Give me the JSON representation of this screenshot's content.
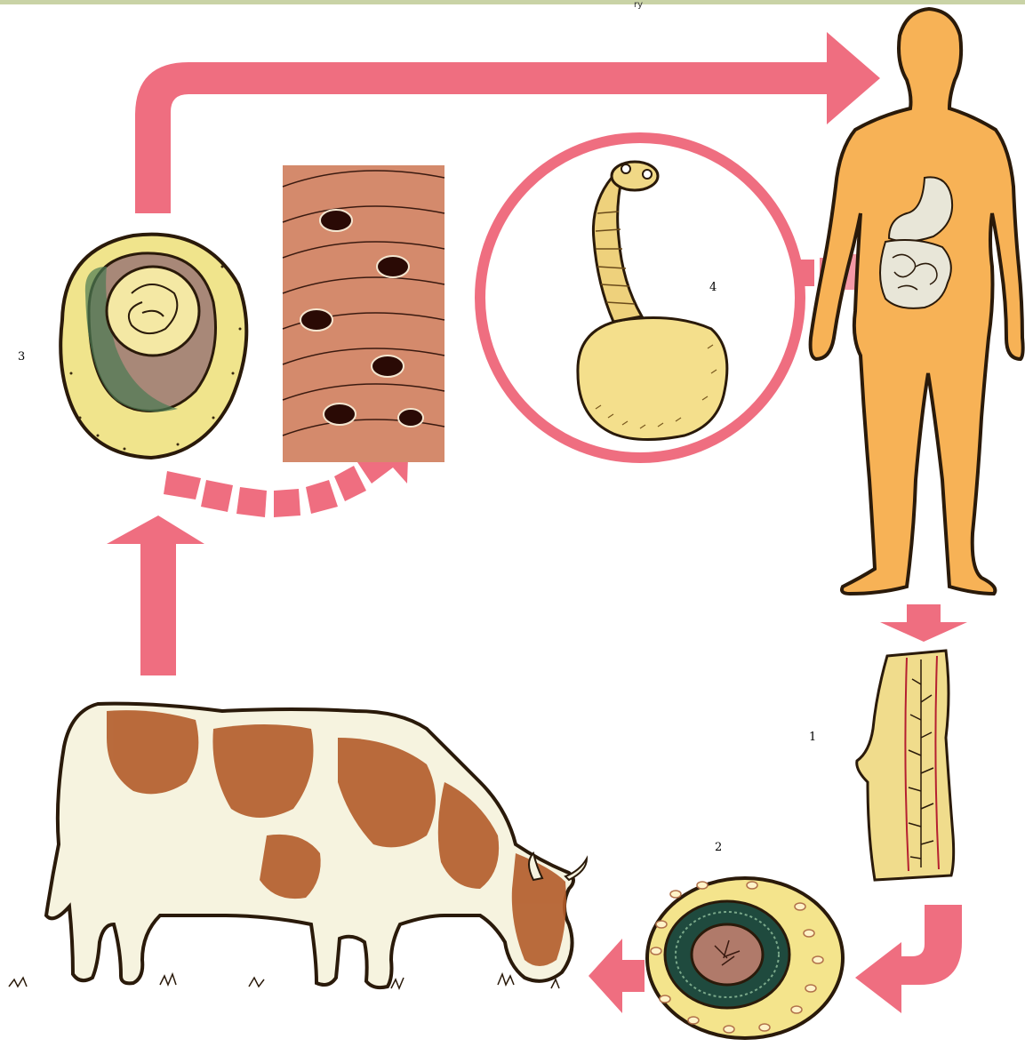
{
  "diagram": {
    "top_mark": "ry",
    "stage_labels": [
      {
        "id": "1",
        "text": "1"
      },
      {
        "id": "2",
        "text": "2"
      },
      {
        "id": "3",
        "text": "3"
      },
      {
        "id": "4",
        "text": "4"
      }
    ],
    "colors": {
      "arrow": "#ef6e80",
      "skin": "#f7b256",
      "skin_outline": "#2a1a0a",
      "egg_yellow": "#f2e58a",
      "muscle": "#c67a5e",
      "cow_brown": "#b35c2a",
      "cow_white": "#f6f3df",
      "segment": "#f0dc8c"
    },
    "icons": [
      "human-body-icon",
      "tapeworm-segment-icon",
      "tapeworm-egg-icon",
      "cow-icon",
      "cysticercus-icon",
      "muscle-tissue-icon",
      "tapeworm-scolex-icon"
    ]
  }
}
